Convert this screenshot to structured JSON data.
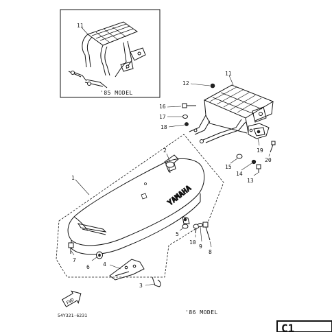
{
  "diagram": {
    "inset_model_label": "'85 MODEL",
    "main_model_label": "'86 MODEL",
    "part_code": "54Y321-6231",
    "page_badge": "C1",
    "brand_text": "YAMAHA",
    "front_arrow_text": "FWD",
    "callouts": {
      "c1": "1",
      "c2": "2",
      "c3": "3",
      "c4": "4",
      "c5": "5",
      "c6": "6",
      "c7": "7",
      "c8": "8",
      "c9": "9",
      "c10": "10",
      "c11_inset": "11",
      "c11_main": "11",
      "c12": "12",
      "c13": "13",
      "c14": "14",
      "c15": "15",
      "c16": "16",
      "c17": "17",
      "c18": "18",
      "c19": "19",
      "c20": "20"
    }
  }
}
